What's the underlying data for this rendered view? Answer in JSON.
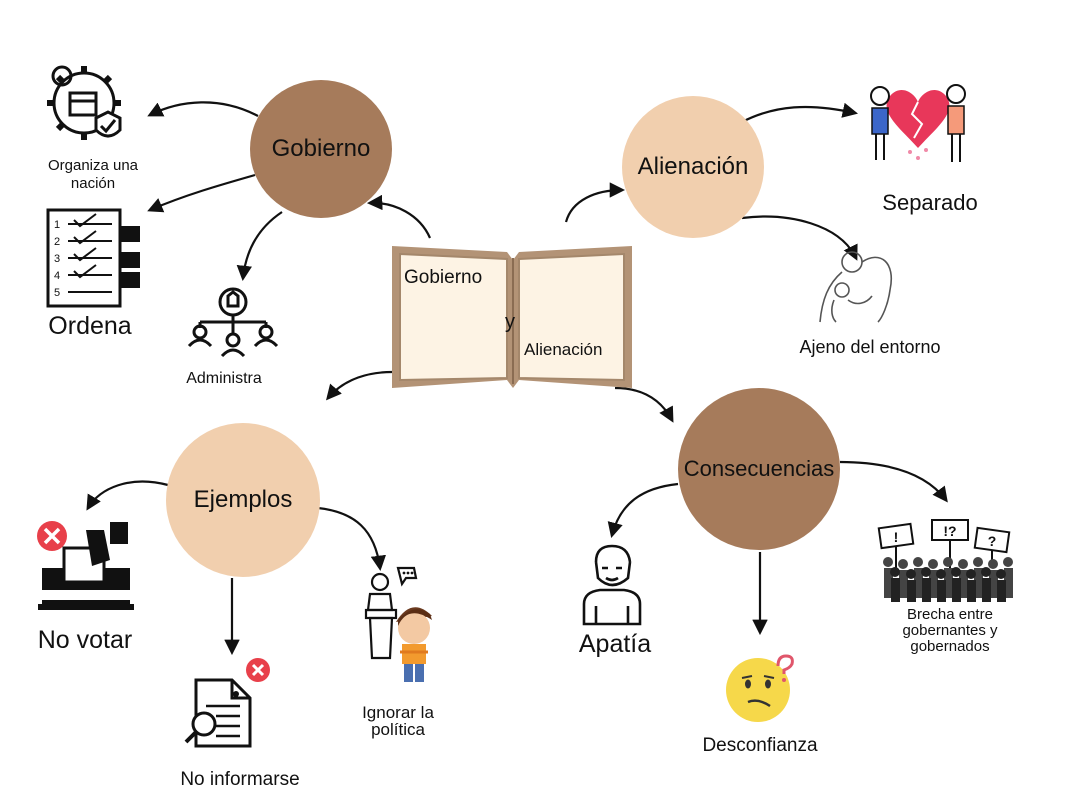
{
  "nodes": {
    "gobierno": "Gobierno",
    "alienacion": "Alienación",
    "ejemplos": "Ejemplos",
    "consecuencias": "Consecuencias"
  },
  "book": {
    "line1": "Gobierno",
    "line2": "y",
    "line3": "Alienación"
  },
  "leaves": {
    "organiza_line1": "Organiza una",
    "organiza_line2": "nación",
    "ordena": "Ordena",
    "administra": "Administra",
    "separado": "Separado",
    "ajeno": "Ajeno del entorno",
    "no_votar": "No votar",
    "no_informarse": "No informarse",
    "ignorar_line1": "Ignorar la",
    "ignorar_line2": "política",
    "apatia": "Apatía",
    "desconfianza": "Desconfianza",
    "brecha_line1": "Brecha entre",
    "brecha_line2": "gobernantes y",
    "brecha_line3": "gobernados"
  },
  "checklist_numbers": [
    "1",
    "2",
    "3",
    "4",
    "5"
  ],
  "protest_signs": [
    "!",
    "!?",
    "?"
  ],
  "colors": {
    "dark_node": "#a67b5b",
    "light_node": "#f1cfae",
    "book_border": "#a4876b",
    "book_page": "#fdf3e4",
    "red_x": "#e8404a",
    "emoji_yellow": "#f6d84a"
  },
  "icons": [
    "gear-lightbulb-icon",
    "checklist-icon",
    "org-chart-icon",
    "broken-heart-icon",
    "hug-icon",
    "ballot-box-icon",
    "document-search-icon",
    "speaker-podium-icon",
    "person-icon",
    "confused-emoji-icon",
    "protest-crowd-icon"
  ]
}
